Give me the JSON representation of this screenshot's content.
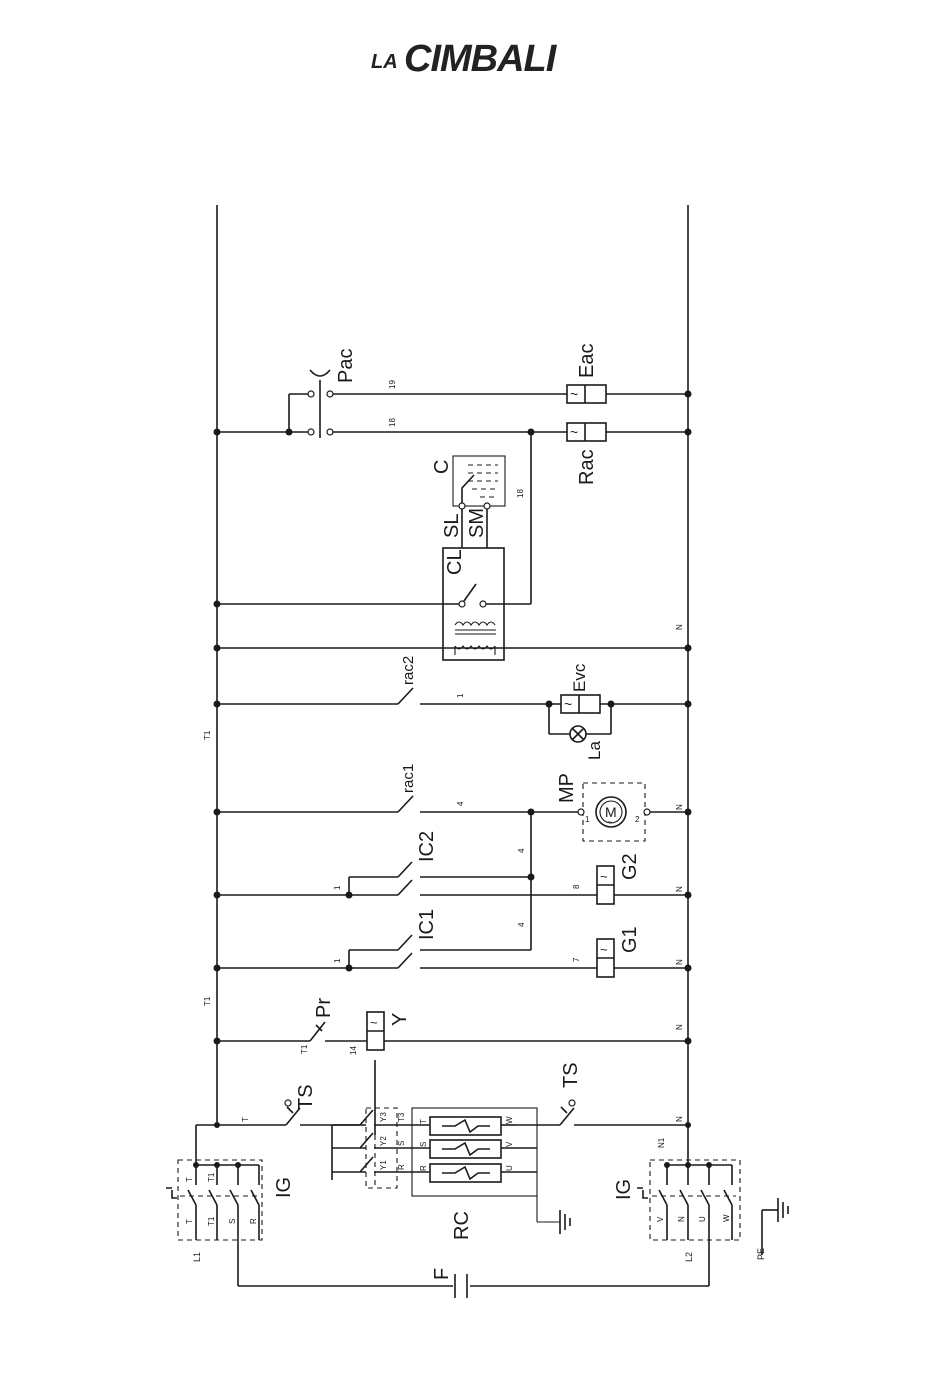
{
  "logo": {
    "prefix": "LA",
    "name": "CIMBALI"
  },
  "labels": {
    "Pac": "Pac",
    "Eac": "Eac",
    "Rac": "Rac",
    "C": "C",
    "SL": "SL",
    "SM": "SM",
    "CL": "CL",
    "rac2": "rac2",
    "Evc": "Evc",
    "La": "La",
    "rac1": "rac1",
    "MP": "MP",
    "M": "M",
    "IC2": "IC2",
    "G2": "G2",
    "IC1": "IC1",
    "G1": "G1",
    "Pr": "Pr",
    "Y": "Y",
    "TS_left": "TS",
    "TS_right": "TS",
    "IG_left": "IG",
    "IG_right": "IG",
    "RC": "RC",
    "F": "F",
    "PE": "PE",
    "L1": "L1",
    "L2": "L2"
  },
  "wire_numbers": {
    "w19": "19",
    "w18a": "18",
    "w18b": "18",
    "w1a": "1",
    "w4a": "4",
    "w4b": "4",
    "w4c": "4",
    "w8": "8",
    "w7": "7",
    "w1b": "1",
    "w1c": "1",
    "w14": "14",
    "T1a": "T1",
    "T1b": "T1",
    "T1c": "T1",
    "T": "T",
    "N1": "N1",
    "Na": "N",
    "Nb": "N",
    "Nc": "N",
    "Nd": "N",
    "Ne": "N",
    "Nf": "N"
  },
  "terminals": {
    "igl_T_top": "T",
    "igl_T1_top": "T1",
    "igl_T_bot": "T",
    "igl_T1_bot": "T1",
    "igl_S_bot": "S",
    "igl_R_bot": "R",
    "igr_V": "V",
    "igr_N": "N",
    "igr_U": "U",
    "igr_W": "W",
    "rc_T": "T",
    "rc_S": "S",
    "rc_R": "R",
    "rc_W": "W",
    "rc_V": "V",
    "rc_U": "U",
    "ct_Y3": "Y3",
    "ct_Y2": "Y2",
    "ct_Y1": "Y1",
    "ct_T3": "T3",
    "ct_S": "S",
    "ct_R": "R",
    "mp_1": "1",
    "mp_2": "2"
  }
}
